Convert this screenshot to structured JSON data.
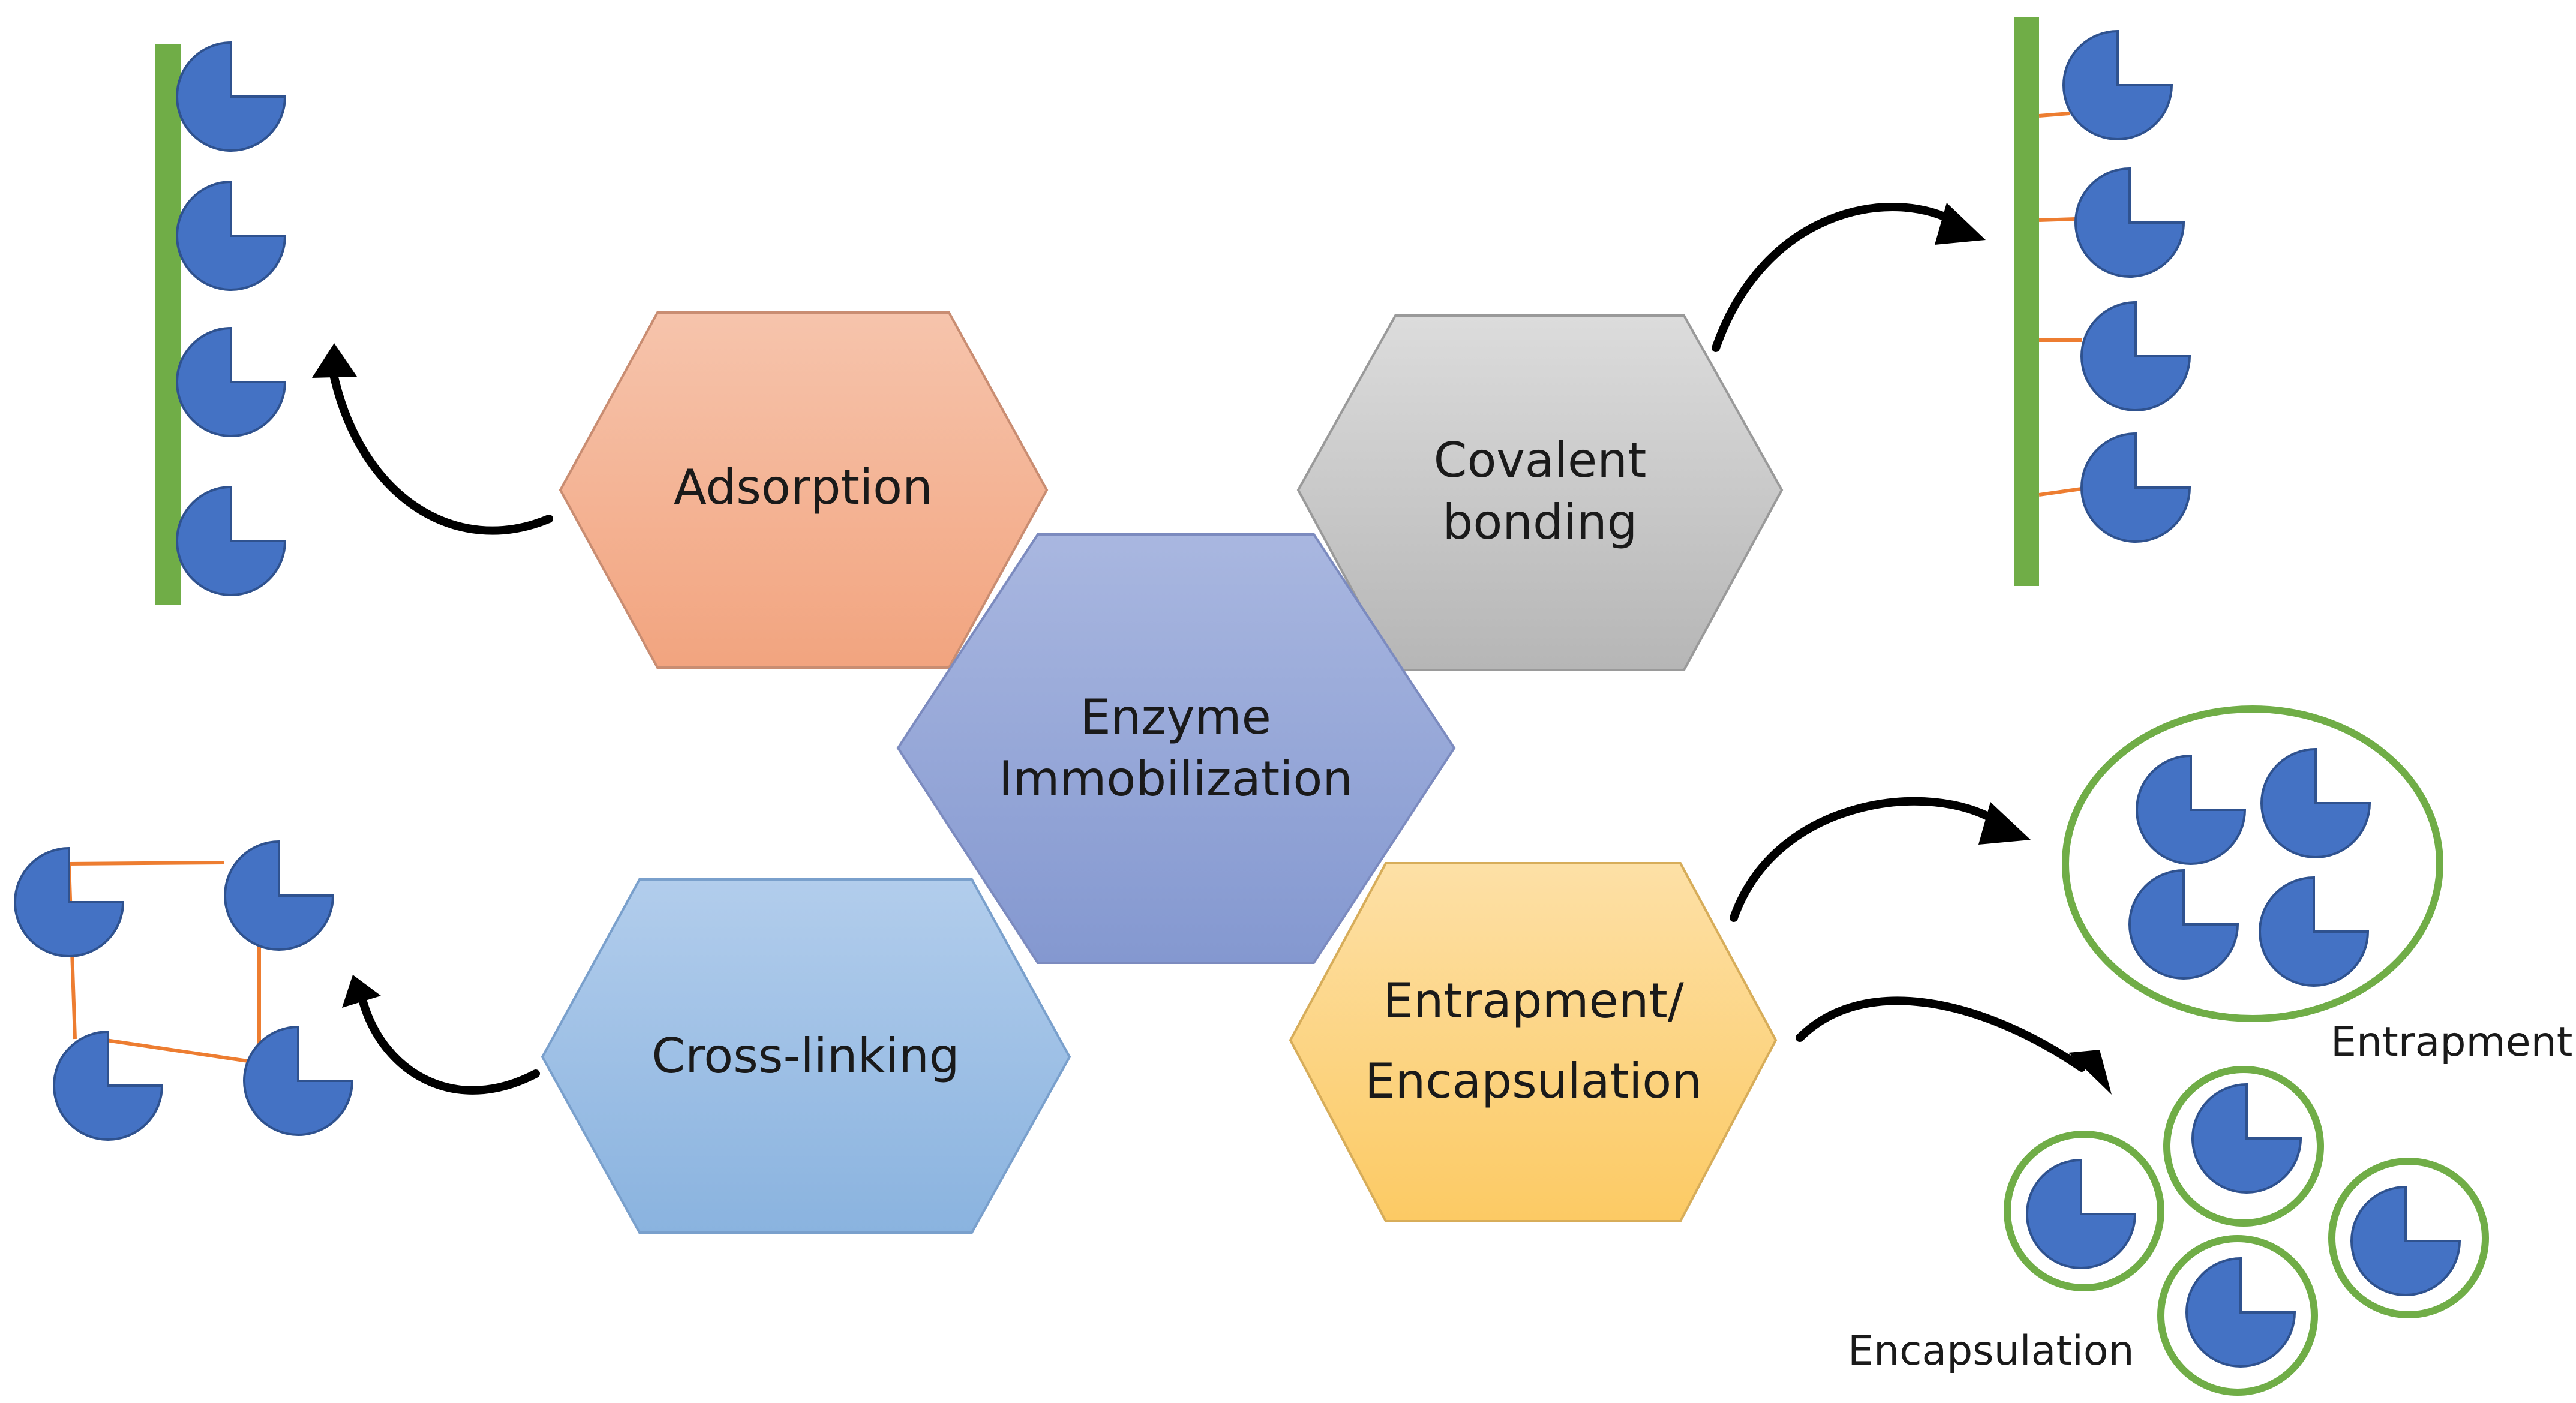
{
  "diagram": {
    "center": {
      "line1": "Enzyme",
      "line2": "Immobilization"
    },
    "adsorption": {
      "label": "Adsorption"
    },
    "covalent": {
      "line1": "Covalent",
      "line2": "bonding"
    },
    "crosslinking": {
      "label": "Cross-linking"
    },
    "entrapment_encapsulation": {
      "line1": "Entrapment/",
      "line2": "Encapsulation"
    },
    "entrapment_label": "Entrapment",
    "encapsulation_label": "Encapsulation"
  },
  "colors": {
    "enzyme": "#4472c4",
    "support": "#70ad47",
    "linker": "#ed7d31",
    "arrow": "#000000",
    "hex_adsorption": "#f4b092",
    "hex_covalent": "#c9c9c9",
    "hex_center": "#97a6d6",
    "hex_crosslinking": "#9cbfe5",
    "hex_entrapment": "#fdd482"
  }
}
